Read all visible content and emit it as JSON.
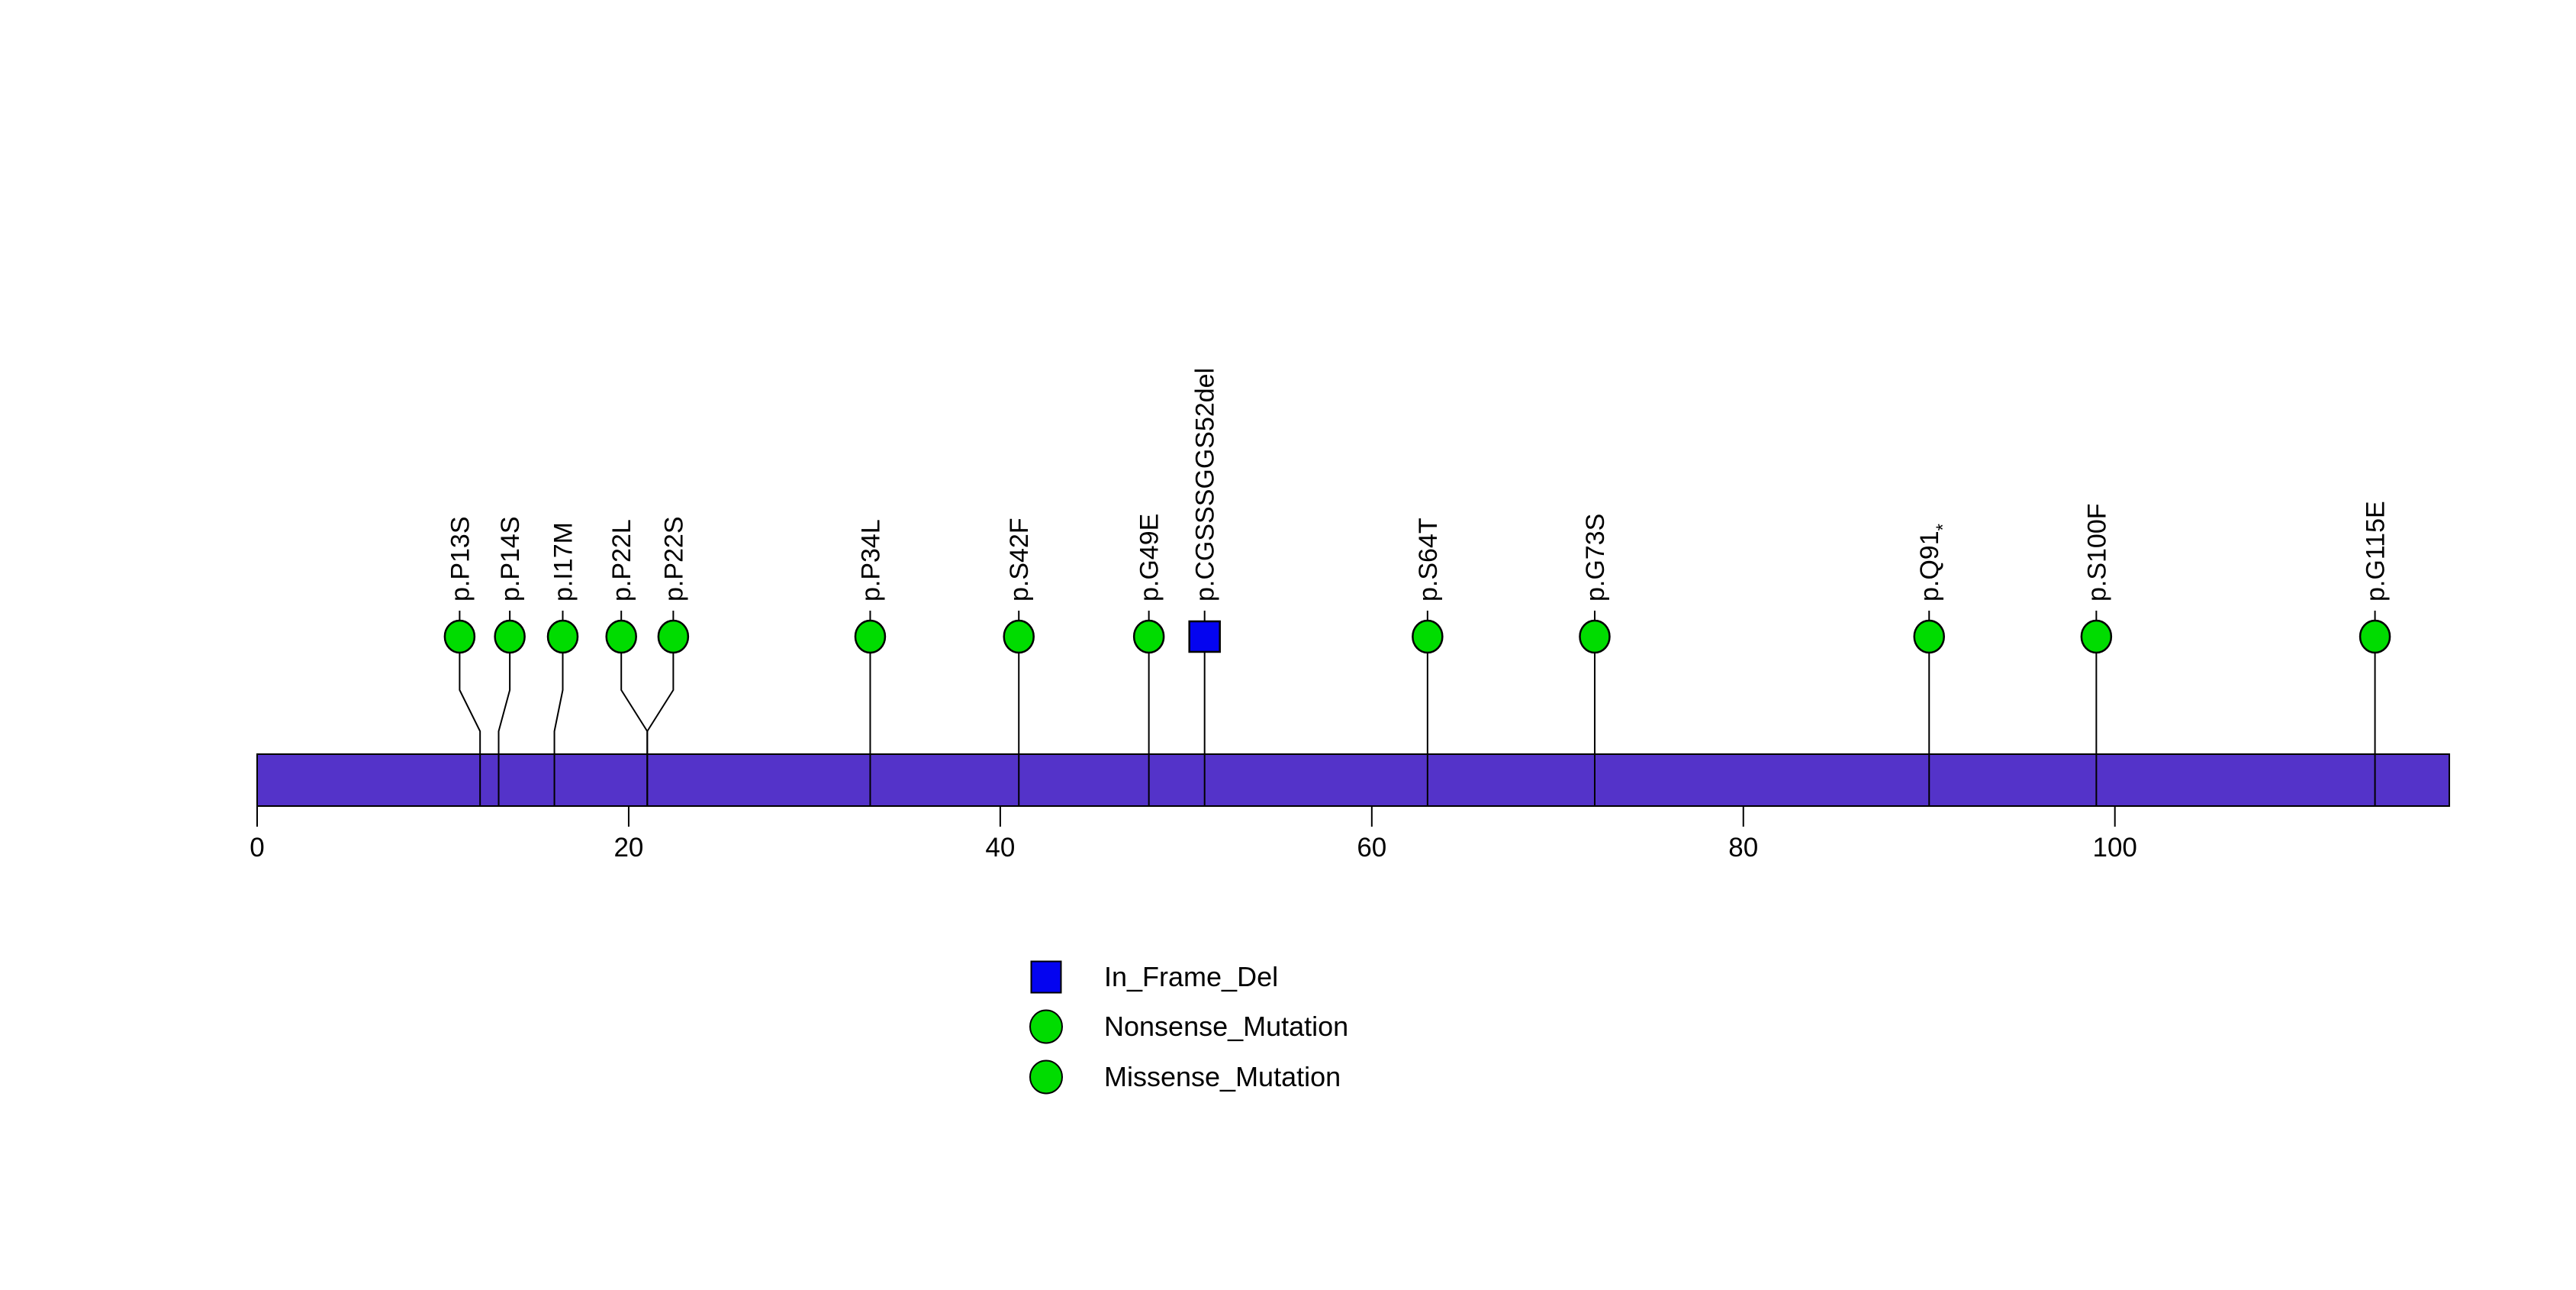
{
  "chart_data": {
    "type": "lollipop",
    "title": "",
    "xlabel": "",
    "axis": {
      "ticks": [
        0,
        20,
        40,
        60,
        80,
        100
      ],
      "min": 0,
      "max": 118
    },
    "protein_bar": {
      "start": 0,
      "end": 118,
      "color": "#5433C9",
      "border_color": "#000000"
    },
    "marker_colors": {
      "Missense_Mutation": "#00DC00",
      "Nonsense_Mutation": "#00DC00",
      "In_Frame_Del": "#0404F0"
    },
    "mutations": [
      {
        "label": "p.P13S",
        "position": 13,
        "type": "Missense_Mutation",
        "shape": "circle",
        "stem_coord": 12,
        "marker_coord": 10.9
      },
      {
        "label": "p.P14S",
        "position": 14,
        "type": "Missense_Mutation",
        "shape": "circle",
        "stem_coord": 13,
        "marker_coord": 13.6
      },
      {
        "label": "p.I17M",
        "position": 17,
        "type": "Missense_Mutation",
        "shape": "circle",
        "stem_coord": 16,
        "marker_coord": 16.45
      },
      {
        "label": "p.P22L",
        "position": 22,
        "type": "Missense_Mutation",
        "shape": "circle",
        "stem_coord": 21,
        "marker_coord": 19.6
      },
      {
        "label": "p.P22S",
        "position": 22,
        "type": "Missense_Mutation",
        "shape": "circle",
        "stem_coord": 21,
        "marker_coord": 22.4
      },
      {
        "label": "p.P34L",
        "position": 34,
        "type": "Missense_Mutation",
        "shape": "circle",
        "stem_coord": 33,
        "marker_coord": 33
      },
      {
        "label": "p.S42F",
        "position": 42,
        "type": "Missense_Mutation",
        "shape": "circle",
        "stem_coord": 41,
        "marker_coord": 41
      },
      {
        "label": "p.G49E",
        "position": 49,
        "type": "Missense_Mutation",
        "shape": "circle",
        "stem_coord": 48,
        "marker_coord": 48
      },
      {
        "label": "p.CGSSSGGS52del",
        "position": 52,
        "type": "In_Frame_Del",
        "shape": "square",
        "stem_coord": 51,
        "marker_coord": 51
      },
      {
        "label": "p.S64T",
        "position": 64,
        "type": "Missense_Mutation",
        "shape": "circle",
        "stem_coord": 63,
        "marker_coord": 63
      },
      {
        "label": "p.G73S",
        "position": 73,
        "type": "Missense_Mutation",
        "shape": "circle",
        "stem_coord": 72,
        "marker_coord": 72
      },
      {
        "label": "p.Q91*",
        "label_base": "p.Q91",
        "label_sup": "*",
        "position": 91,
        "type": "Nonsense_Mutation",
        "shape": "circle",
        "stem_coord": 90,
        "marker_coord": 90
      },
      {
        "label": "p.S100F",
        "position": 100,
        "type": "Missense_Mutation",
        "shape": "circle",
        "stem_coord": 99,
        "marker_coord": 99
      },
      {
        "label": "p.G115E",
        "position": 115,
        "type": "Missense_Mutation",
        "shape": "circle",
        "stem_coord": 114,
        "marker_coord": 114
      }
    ],
    "legend": [
      {
        "label": "In_Frame_Del",
        "shape": "square",
        "color": "#0404F0"
      },
      {
        "label": "Nonsense_Mutation",
        "shape": "circle",
        "color": "#00DC00"
      },
      {
        "label": "Missense_Mutation",
        "shape": "circle",
        "color": "#00DC00"
      }
    ]
  }
}
